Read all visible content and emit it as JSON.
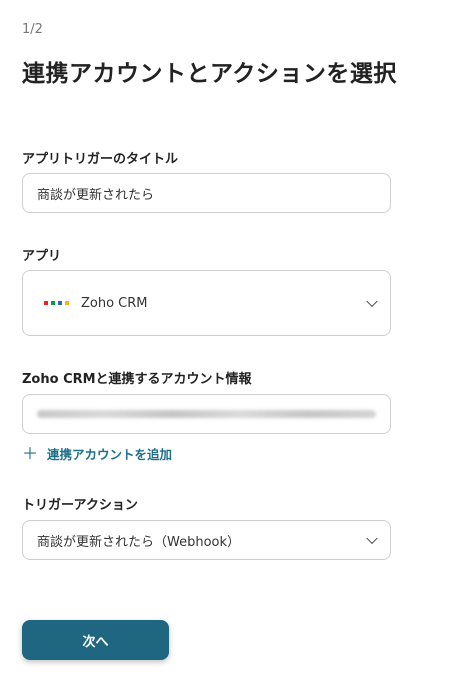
{
  "header": {
    "step": "1/2",
    "title": "連携アカウントとアクションを選択"
  },
  "trigger_title": {
    "label": "アプリトリガーのタイトル",
    "value": "商談が更新されたら"
  },
  "app": {
    "label": "アプリ",
    "selected": "Zoho CRM",
    "logo_colors": [
      "#e42527",
      "#089949",
      "#226db4",
      "#f9b21d"
    ]
  },
  "account": {
    "label": "Zoho CRMと連携するアカウント情報",
    "add_label": "連携アカウントを追加",
    "add_icon": "plus-icon"
  },
  "trigger_action": {
    "label": "トリガーアクション",
    "selected": "商談が更新されたら（Webhook）"
  },
  "footer": {
    "next_label": "次へ",
    "accent": "#1f6680"
  }
}
